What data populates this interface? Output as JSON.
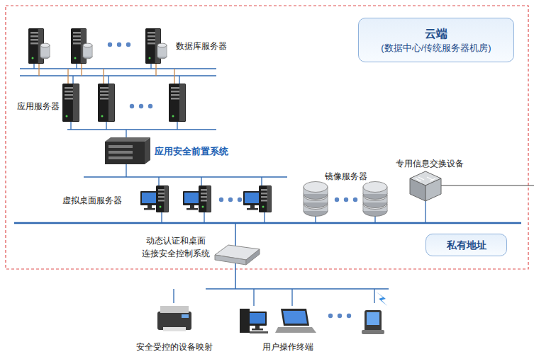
{
  "diagram": {
    "nodes": [
      {
        "text": [
          "云端",
          "(数据中心/传统服务器机房)"
        ]
      },
      {
        "text": [
          "私有地址"
        ]
      }
    ],
    "labels": [
      "数据库服务器",
      "应用服务器",
      "应用安全前置系统",
      "虚拟桌面服务器",
      "镜像服务器",
      "专用信息交换设备",
      "动态认证和桌面 连接安全控制系统",
      "安全受控的设备映射",
      "用户操作终端"
    ]
  }
}
